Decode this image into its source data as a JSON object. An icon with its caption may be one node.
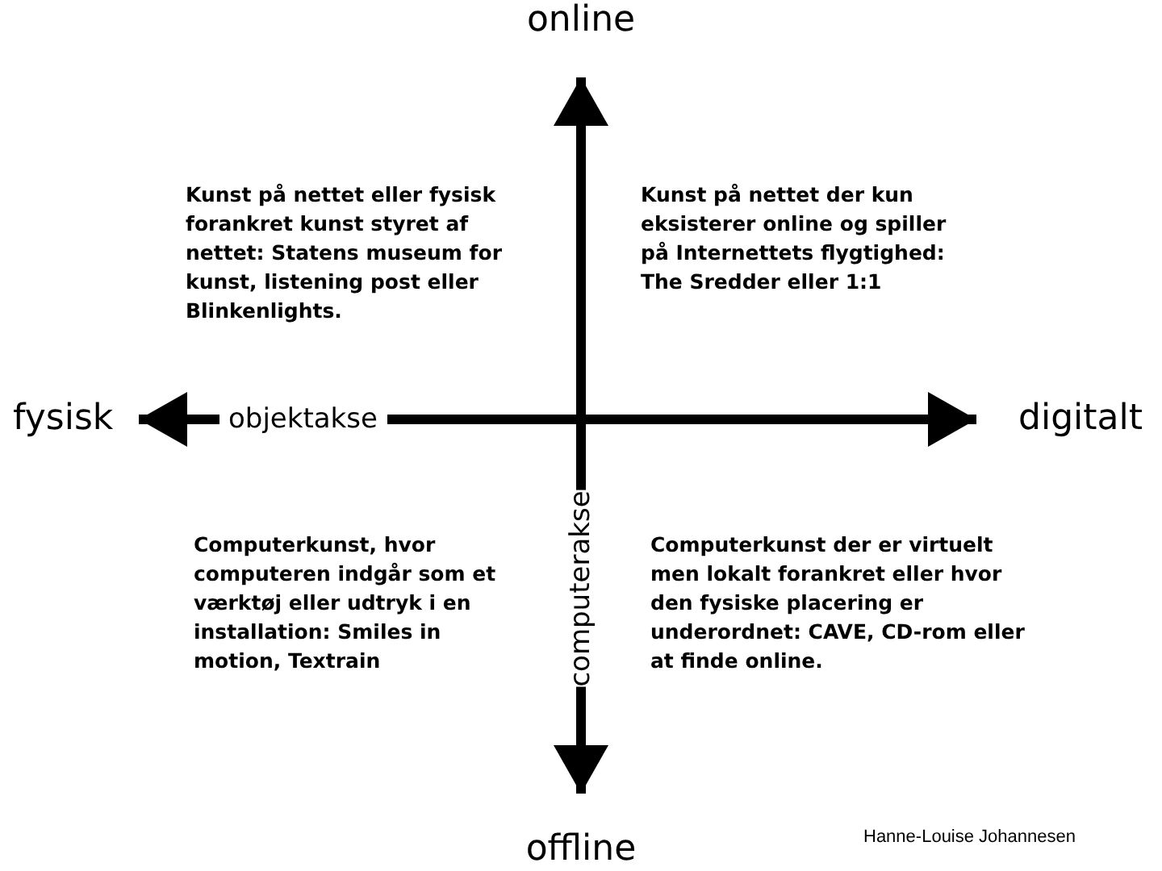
{
  "diagram": {
    "nodes": [
      {
        "text": [
          "online"
        ]
      },
      {
        "text": [
          "offline"
        ]
      },
      {
        "text": [
          "fysisk"
        ]
      },
      {
        "text": [
          "digitalt"
        ]
      }
    ],
    "edges": [
      {
        "from": 2,
        "to": 3,
        "arrow": "both",
        "label": "objektakse"
      },
      {
        "from": 0,
        "to": 1,
        "arrow": "both",
        "label": "computerakse"
      }
    ],
    "labels": [
      "Kunst på nettet eller fysisk forankret kunst styret af nettet: Statens museum for kunst, listening post eller Blinkenlights.",
      "Kunst på nettet der kun eksisterer online og spiller på Internettets flygtighed: The Sredder eller 1:1",
      "Computerkunst, hvor computeren indgår som et værktøj eller udtryk i en installation: Smiles in motion, Textrain",
      "Computerkunst der er virtuelt men lokalt forankret eller hvor den fysiske placering er underordnet: CAVE, CD-rom eller at finde online.",
      "Hanne-Louise Johannesen"
    ]
  }
}
